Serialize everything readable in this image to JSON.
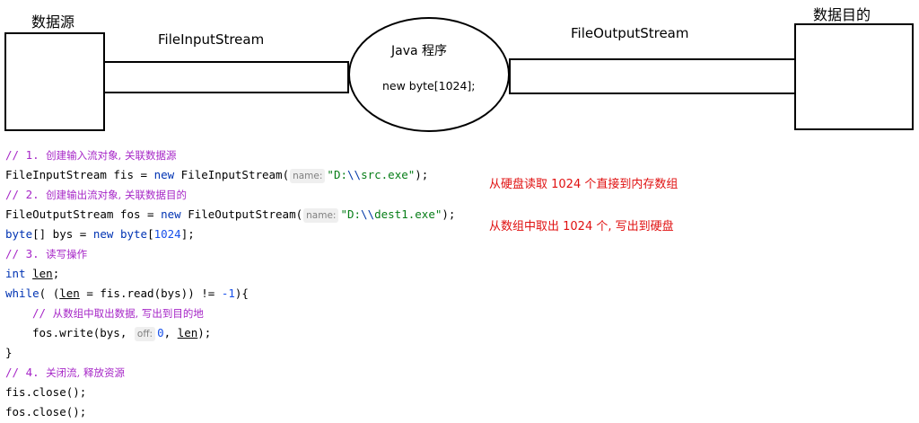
{
  "diagram": {
    "source_label": "数据源",
    "target_label": "数据目的",
    "input_stream_label": "FileInputStream",
    "output_stream_label": "FileOutputStream",
    "program_title": "Java 程序",
    "program_code": "new byte[1024];"
  },
  "code": {
    "c1_slash": "// 1. ",
    "c1_text": "创建输入流对象, 关联数据源",
    "l1_a": "FileInputStream fis = ",
    "l1_new": "new",
    "l1_b": " FileInputStream(",
    "l1_hint": "name:",
    "l1_str1": "\"D:",
    "l1_esc": "\\\\",
    "l1_str2": "src.exe\"",
    "l1_end": ");",
    "c2_slash": "// 2. ",
    "c2_text": "创建输出流对象, 关联数据目的",
    "l2_a": "FileOutputStream fos = ",
    "l2_new": "new",
    "l2_b": " FileOutputStream(",
    "l2_hint": "name:",
    "l2_str1": "\"D:",
    "l2_esc": "\\\\",
    "l2_str2": "dest1.exe\"",
    "l2_end": ");",
    "l3_type": "byte",
    "l3_a": "[] bys = ",
    "l3_new": "new",
    "l3_sp": " ",
    "l3_type2": "byte",
    "l3_b": "[",
    "l3_num": "1024",
    "l3_c": "];",
    "c3_slash": "// 3. ",
    "c3_text": "读写操作",
    "l4_kw": "int",
    "l4_sp": " ",
    "l4_var": "len",
    "l4_end": ";",
    "l5_kw": "while",
    "l5_a": "( (",
    "l5_var": "len",
    "l5_b": " = fis.read(bys)) != ",
    "l5_num": "-1",
    "l5_c": "){",
    "c4_slash": "// ",
    "c4_text": "从数组中取出数据, 写出到目的地",
    "l6_a": "fos.write(bys, ",
    "l6_hint": "off:",
    "l6_num": "0",
    "l6_b": ", ",
    "l6_var": "len",
    "l6_c": ");",
    "l7": "}",
    "c5_slash": "// 4. ",
    "c5_text": "关闭流, 释放资源",
    "l8": "fis.close();",
    "l9": "fos.close();"
  },
  "notes": {
    "read_note": "从硬盘读取 1024 个直接到内存数组",
    "write_note": "从数组中取出 1024 个, 写出到硬盘"
  }
}
